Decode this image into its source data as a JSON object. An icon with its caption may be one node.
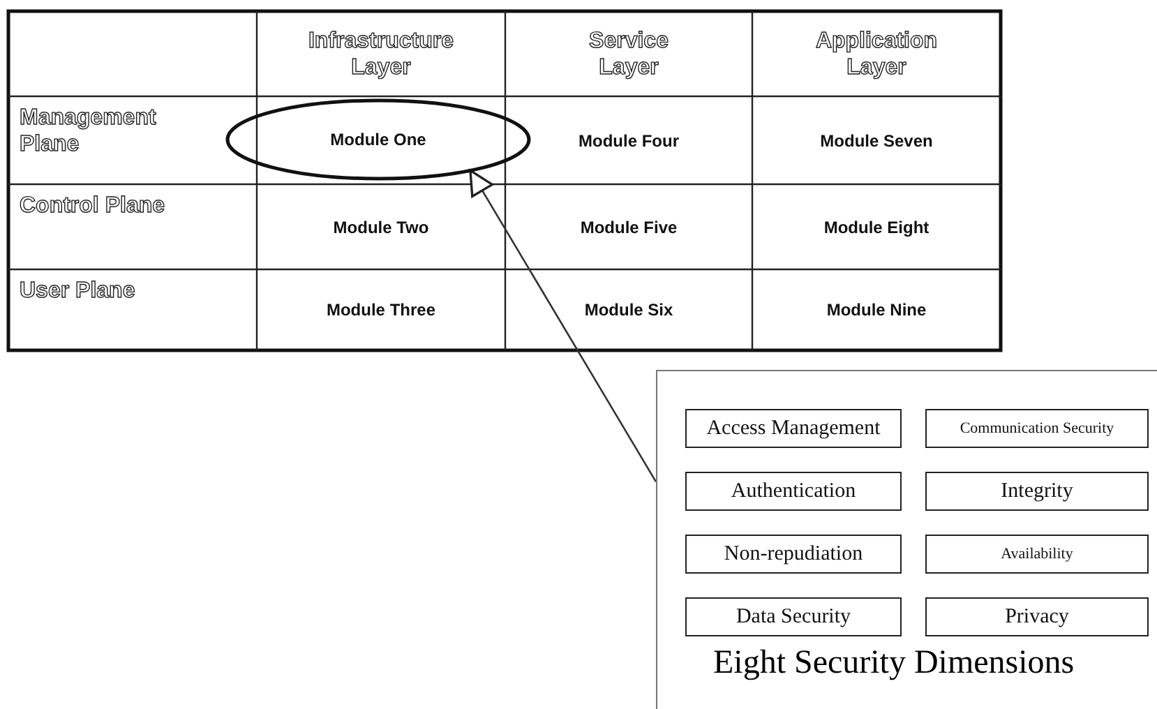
{
  "diagram": {
    "nodes": [
      {
        "text": [
          "Module One"
        ]
      },
      {
        "text": [
          "Eight Security Dimensions"
        ]
      },
      {
        "text": [
          "Access Management"
        ],
        "in": 1
      },
      {
        "text": [
          "Communication Security"
        ],
        "in": 1
      },
      {
        "text": [
          "Authentication"
        ],
        "in": 1
      },
      {
        "text": [
          "Integrity"
        ],
        "in": 1
      },
      {
        "text": [
          "Non-repudiation"
        ],
        "in": 1
      },
      {
        "text": [
          "Availability"
        ],
        "in": 1
      },
      {
        "text": [
          "Data Security"
        ],
        "in": 1
      },
      {
        "text": [
          "Privacy"
        ],
        "in": 1
      }
    ],
    "edges": [
      {
        "from": 1,
        "to": 0,
        "arrow": "to"
      }
    ],
    "labels": [
      "Infrastructure Layer",
      "Service Layer",
      "Application Layer",
      "Management Plane",
      "Module Four",
      "Module Seven",
      "Control Plane",
      "Module Two",
      "Module Five",
      "Module Eight",
      "User Plane",
      "Module Three",
      "Module Six",
      "Module Nine"
    ]
  }
}
